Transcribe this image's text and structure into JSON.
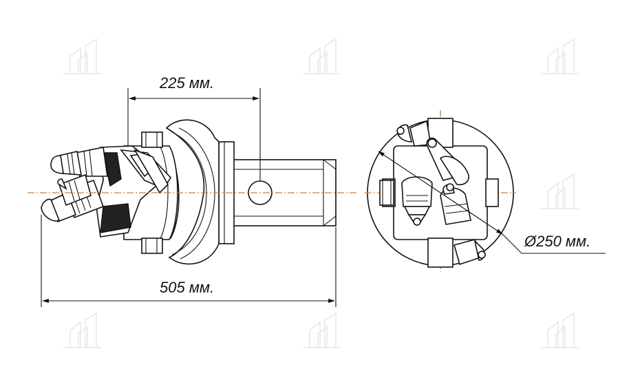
{
  "dimensions": {
    "holder_length": "225 мм.",
    "total_length": "505 мм.",
    "diameter": "Ø250 мм."
  },
  "colors": {
    "axis": "#e07a1f",
    "line": "#111111",
    "watermark": "#e6e6e6"
  },
  "icons": {
    "watermark_logo": "building-logo-icon"
  }
}
